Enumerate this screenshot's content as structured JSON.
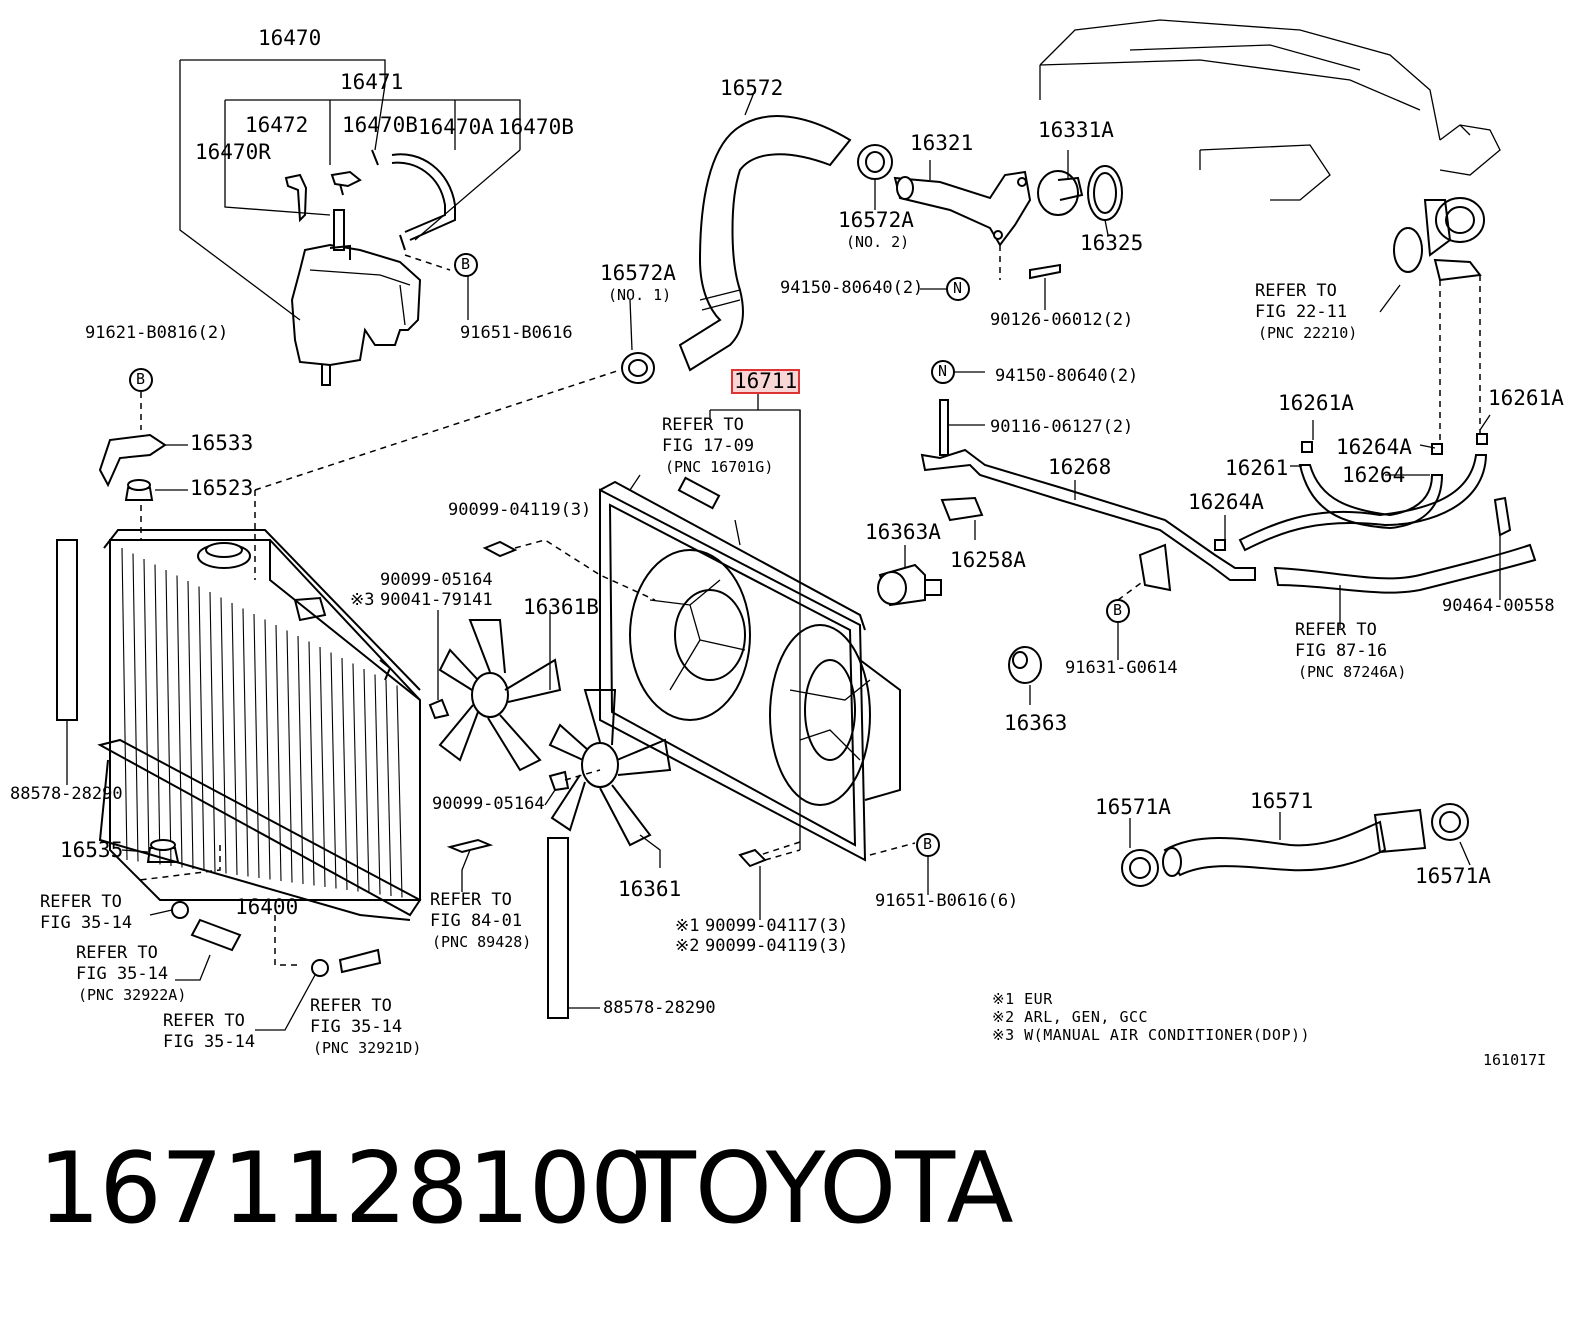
{
  "labels": {
    "p16470": "16470",
    "p16471": "16471",
    "p16472": "16472",
    "p16470B_1": "16470B",
    "p16470A": "16470A",
    "p16470B_2": "16470B",
    "p16470R": "16470R",
    "p91651_B0616": "91651-B0616",
    "p91621": "91621-B0816(2)",
    "p16533": "16533",
    "p16523": "16523",
    "p16572": "16572",
    "p16321": "16321",
    "p16331A": "16331A",
    "p16325": "16325",
    "p16572A_2": "16572A",
    "p16572A_2_sub": "(NO. 2)",
    "p94150_1": "94150-80640(2)",
    "p90126": "90126-06012(2)",
    "p16572A_1": "16572A",
    "p16572A_1_sub": "(NO. 1)",
    "p16711": "16711",
    "p_refer_17_09_a": "REFER TO",
    "p_refer_17_09_b": "FIG 17-09",
    "p_refer_17_09_c": "(PNC 16701G)",
    "p94150_2": "94150-80640(2)",
    "p90116": "90116-06127(2)",
    "p_refer_22_11_a": "REFER TO",
    "p_refer_22_11_b": "FIG 22-11",
    "p_refer_22_11_c": "(PNC 22210)",
    "p16261A_1": "16261A",
    "p16261A_2": "16261A",
    "p16264A_1": "16264A",
    "p16261": "16261",
    "p16264": "16264",
    "p16268": "16268",
    "p16264A_2": "16264A",
    "p16363A": "16363A",
    "p16258A": "16258A",
    "p90099_04119_3": "90099-04119(3)",
    "p90099_05164_1": "90099-05164",
    "p90041_mark": "※3",
    "p90041": "90041-79141",
    "p16361B": "16361B",
    "p91631": "91631-G0614",
    "p_refer_87_16_a": "REFER TO",
    "p_refer_87_16_b": "FIG 87-16",
    "p_refer_87_16_c": "(PNC 87246A)",
    "p90464": "90464-00558",
    "p16363": "16363",
    "p88578_1": "88578-28290",
    "p90099_05164_2": "90099-05164",
    "p16361": "16361",
    "p16571A_1": "16571A",
    "p16571": "16571",
    "p16571A_2": "16571A",
    "p16535": "16535",
    "p16400": "16400",
    "p_refer_84_01_a": "REFER TO",
    "p_refer_84_01_b": "FIG 84-01",
    "p_refer_84_01_c": "(PNC 89428)",
    "p_refer_35_14_1a": "REFER TO",
    "p_refer_35_14_1b": "FIG 35-14",
    "p_refer_35_14_2a": "REFER TO",
    "p_refer_35_14_2b": "FIG 35-14",
    "p_refer_35_14_2c": "(PNC 32922A)",
    "p_refer_35_14_3a": "REFER TO",
    "p_refer_35_14_3b": "FIG 35-14",
    "p_refer_35_14_4a": "REFER TO",
    "p_refer_35_14_4b": "FIG 35-14",
    "p_refer_35_14_4c": "(PNC 32921D)",
    "p90099_04117_mark": "※1",
    "p90099_04117": "90099-04117(3)",
    "p90099_04119_mark": "※2",
    "p90099_04119_2": "90099-04119(3)",
    "p91651_B0616_6": "91651-B0616(6)",
    "p88578_2": "88578-28290",
    "p_circle_B": "B",
    "p_circle_N": "N"
  },
  "notes": [
    "※1 EUR",
    "※2 ARL, GEN, GCC",
    "※3 W(MANUAL AIR CONDITIONER(DOP))"
  ],
  "figure_id": "161017I",
  "highlighted_part": "16711",
  "caption": {
    "part_number": "1671128100",
    "brand": "TOYOTA"
  }
}
